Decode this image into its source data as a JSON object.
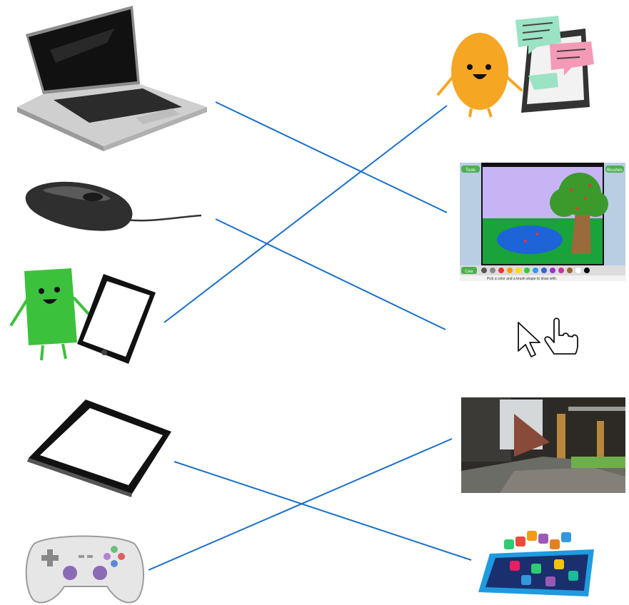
{
  "left_items": [
    {
      "id": "laptop",
      "icon": "laptop-icon"
    },
    {
      "id": "mouse",
      "icon": "computer-mouse-icon"
    },
    {
      "id": "phone-buddy",
      "icon": "smartphone-character-icon"
    },
    {
      "id": "tablet",
      "icon": "tablet-icon"
    },
    {
      "id": "gamepad",
      "icon": "game-controller-icon"
    }
  ],
  "right_items": [
    {
      "id": "chat-buddy",
      "icon": "messaging-character-icon"
    },
    {
      "id": "paint-app",
      "icon": "paint-program-screenshot-icon"
    },
    {
      "id": "cursors",
      "icon": "cursor-pointer-icon"
    },
    {
      "id": "block-game",
      "icon": "block-game-screenshot-icon"
    },
    {
      "id": "app-tablet",
      "icon": "app-icons-tablet-icon"
    }
  ],
  "connections": [
    {
      "from": "laptop",
      "to": "paint-app"
    },
    {
      "from": "mouse",
      "to": "cursors"
    },
    {
      "from": "phone-buddy",
      "to": "chat-buddy"
    },
    {
      "from": "tablet",
      "to": "app-tablet"
    },
    {
      "from": "gamepad",
      "to": "block-game"
    }
  ],
  "colors": {
    "line": "#1a6fc9"
  },
  "paint_app": {
    "tools_label": "Tools",
    "brushes_label": "Brushes",
    "color_label": "Color",
    "hint": "Pick a color and a brush shape to draw with."
  }
}
